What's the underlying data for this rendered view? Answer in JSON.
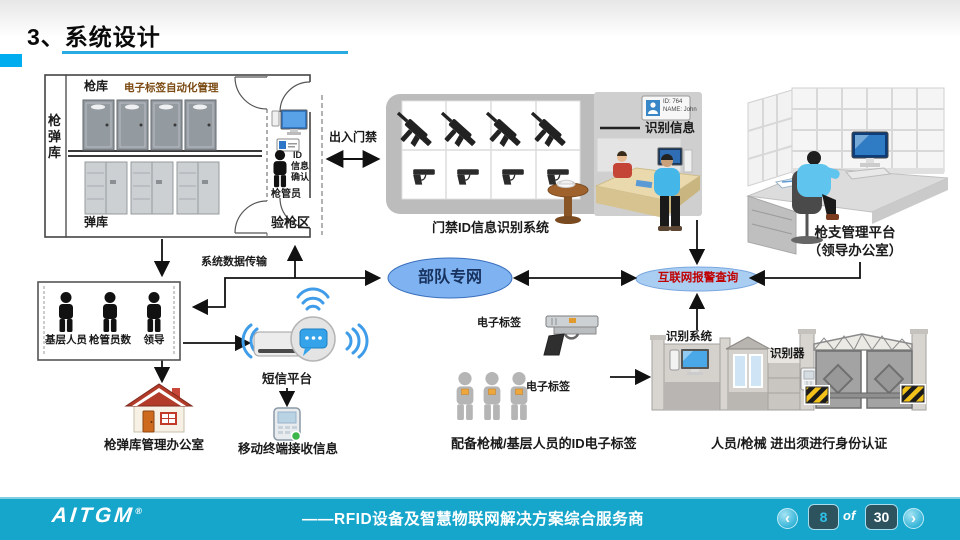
{
  "header": {
    "title": "3、系统设计"
  },
  "armory": {
    "complex_label": "枪弹库",
    "gun_room": "枪库",
    "auto_tag": "电子标签自动化管理",
    "ammo_room": "弹库",
    "id_line1": "ID",
    "id_line2": "信息",
    "id_line3": "确认",
    "keeper": "枪管员",
    "check_area": "验枪区"
  },
  "access": {
    "door": "出入门禁",
    "rack_caption": "门禁ID信息识别系统",
    "card_id": "ID: 764",
    "card_name": "NAME: John",
    "recog_info": "识别信息"
  },
  "office": {
    "line1": "枪支管理平台",
    "line2": "（领导办公室）"
  },
  "network": {
    "army": "部队专网",
    "internet": "互联网报警查询",
    "transfer": "系统数据传输"
  },
  "personnel": {
    "labels": [
      "基层人员",
      "枪管员数",
      "领导"
    ],
    "office": "枪弹库管理办公室"
  },
  "sms": {
    "platform": "短信平台",
    "mobile": "移动终端接收信息"
  },
  "tags": {
    "gun_tag": "电子标签",
    "person_tag": "电子标签",
    "caption": "配备枪械/基层人员的ID电子标签"
  },
  "gate": {
    "system": "识别系统",
    "reader": "识别器",
    "caption": "人员/枪械 进出须进行身份认证"
  },
  "footer": {
    "logo": "AITGM",
    "reg": "®",
    "tagline": "——RFID设备及智慧物联网解决方案综合服务商",
    "prev": "‹",
    "next": "›",
    "page": "8",
    "of": "of",
    "total": "30"
  },
  "colors": {
    "accent_cyan": "#17a6cb",
    "title_underline": "#29abe2",
    "army_net_fill": "#7eb2f0",
    "internet_fill": "#aacdf2",
    "alert_text": "#c00000",
    "wifi_blue": "#3f9ce8",
    "hazard_yellow": "#f2c21b"
  }
}
